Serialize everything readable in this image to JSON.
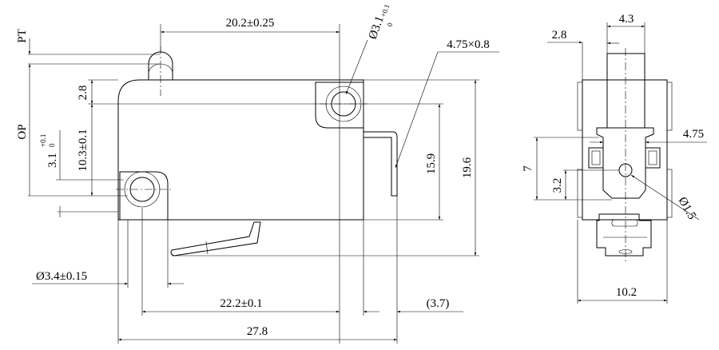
{
  "side_view": {
    "dims": {
      "width_top": "20.2±0.25",
      "pt": "PT",
      "op": "OP",
      "hole_top": "Ø3.1",
      "hole_top_tol_upper": "+0.1",
      "hole_top_tol_lower": "0",
      "terminal": "4.75×0.8",
      "offset_2_8": "2.8",
      "height_10_3": "10.3±0.1",
      "offset_3_1": "3.1",
      "offset_3_1_tol_upper": "+0.1",
      "offset_3_1_tol_lower": "0",
      "height_15_9": "15.9",
      "height_19_6": "19.6",
      "hole_bottom": "Ø3.4±0.15",
      "pitch_22_2": "22.2±0.1",
      "length_27_8": "27.8",
      "terminal_3_7": "(3.7)"
    }
  },
  "end_view": {
    "dims": {
      "plunger_4_3": "4.3",
      "offset_2_8": "2.8",
      "terminal_4_75": "4.75",
      "height_7": "7",
      "height_3_2": "3.2",
      "hole_1_5": "Ø1.5",
      "width_10_2": "10.2"
    }
  }
}
